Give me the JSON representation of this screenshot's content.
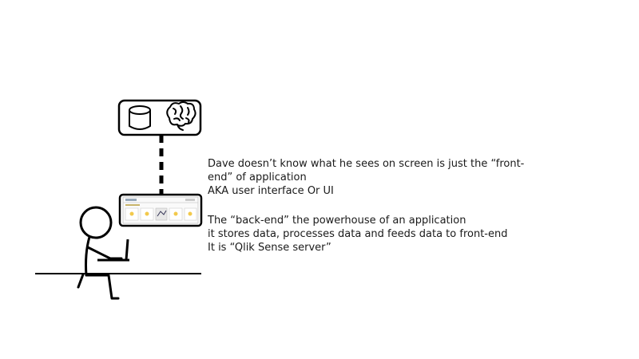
{
  "front_end_note": {
    "line1": "Dave doesn’t know what he sees on screen is just the “front-",
    "line2": "end” of application",
    "line3": "AKA user interface Or UI"
  },
  "back_end_note": {
    "line1": "The “back-end” the powerhouse of an application",
    "line2": "it stores data, processes data and feeds data to front-end",
    "line3": "It is “Qlik Sense server”"
  },
  "icons": [
    "database-icon",
    "brain-icon",
    "laptop-screen-icon",
    "stick-figure-person"
  ],
  "colors": {
    "ink": "#000000",
    "accent": "#f2c94c",
    "text": "#1a1a1a"
  }
}
